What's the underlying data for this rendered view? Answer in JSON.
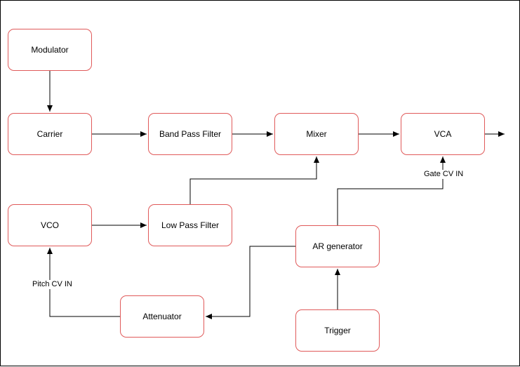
{
  "blocks": {
    "modulator": "Modulator",
    "carrier": "Carrier",
    "band_pass_filter": "Band Pass Filter",
    "mixer": "Mixer",
    "vca": "VCA",
    "vco": "VCO",
    "low_pass_filter": "Low Pass Filter",
    "ar_generator": "AR generator",
    "attenuator": "Attenuator",
    "trigger": "Trigger"
  },
  "edge_labels": {
    "gate_cv_in": "Gate CV IN",
    "pitch_cv_in": "Pitch CV IN"
  },
  "colors": {
    "block_border": "#e05a5a",
    "wire": "#000000"
  }
}
